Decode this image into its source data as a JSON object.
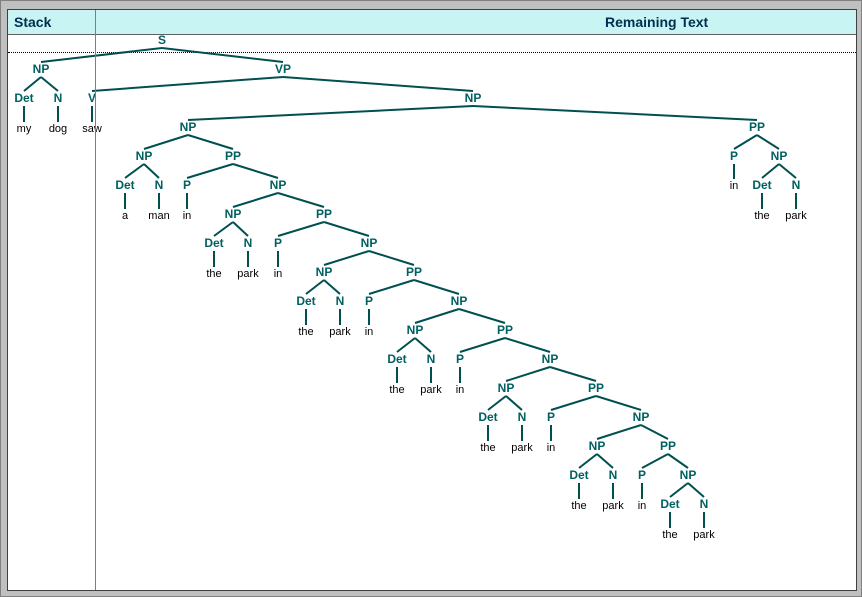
{
  "header": {
    "stack_label": "Stack",
    "remaining_label": "Remaining Text"
  },
  "tree": {
    "label": "S",
    "children": [
      {
        "label": "NP",
        "children": [
          {
            "label": "Det",
            "children": [
              {
                "label": "my"
              }
            ]
          },
          {
            "label": "N",
            "children": [
              {
                "label": "dog"
              }
            ]
          }
        ]
      },
      {
        "label": "VP",
        "children": [
          {
            "label": "V",
            "children": [
              {
                "label": "saw"
              }
            ]
          },
          {
            "label": "NP",
            "children": [
              {
                "label": "NP",
                "children": [
                  {
                    "label": "NP",
                    "children": [
                      {
                        "label": "Det",
                        "children": [
                          {
                            "label": "a"
                          }
                        ]
                      },
                      {
                        "label": "N",
                        "children": [
                          {
                            "label": "man"
                          }
                        ]
                      }
                    ]
                  },
                  {
                    "label": "PP",
                    "children": [
                      {
                        "label": "P",
                        "children": [
                          {
                            "label": "in"
                          }
                        ]
                      },
                      {
                        "label": "NP",
                        "children": [
                          {
                            "label": "NP",
                            "children": [
                              {
                                "label": "Det",
                                "children": [
                                  {
                                    "label": "the"
                                  }
                                ]
                              },
                              {
                                "label": "N",
                                "children": [
                                  {
                                    "label": "park"
                                  }
                                ]
                              }
                            ]
                          },
                          {
                            "label": "PP",
                            "children": [
                              {
                                "label": "P",
                                "children": [
                                  {
                                    "label": "in"
                                  }
                                ]
                              },
                              {
                                "label": "NP",
                                "children": [
                                  {
                                    "label": "NP",
                                    "children": [
                                      {
                                        "label": "Det",
                                        "children": [
                                          {
                                            "label": "the"
                                          }
                                        ]
                                      },
                                      {
                                        "label": "N",
                                        "children": [
                                          {
                                            "label": "park"
                                          }
                                        ]
                                      }
                                    ]
                                  },
                                  {
                                    "label": "PP",
                                    "children": [
                                      {
                                        "label": "P",
                                        "children": [
                                          {
                                            "label": "in"
                                          }
                                        ]
                                      },
                                      {
                                        "label": "NP",
                                        "children": [
                                          {
                                            "label": "NP",
                                            "children": [
                                              {
                                                "label": "Det",
                                                "children": [
                                                  {
                                                    "label": "the"
                                                  }
                                                ]
                                              },
                                              {
                                                "label": "N",
                                                "children": [
                                                  {
                                                    "label": "park"
                                                  }
                                                ]
                                              }
                                            ]
                                          },
                                          {
                                            "label": "PP",
                                            "children": [
                                              {
                                                "label": "P",
                                                "children": [
                                                  {
                                                    "label": "in"
                                                  }
                                                ]
                                              },
                                              {
                                                "label": "NP",
                                                "children": [
                                                  {
                                                    "label": "NP",
                                                    "children": [
                                                      {
                                                        "label": "Det",
                                                        "children": [
                                                          {
                                                            "label": "the"
                                                          }
                                                        ]
                                                      },
                                                      {
                                                        "label": "N",
                                                        "children": [
                                                          {
                                                            "label": "park"
                                                          }
                                                        ]
                                                      }
                                                    ]
                                                  },
                                                  {
                                                    "label": "PP",
                                                    "children": [
                                                      {
                                                        "label": "P",
                                                        "children": [
                                                          {
                                                            "label": "in"
                                                          }
                                                        ]
                                                      },
                                                      {
                                                        "label": "NP",
                                                        "children": [
                                                          {
                                                            "label": "NP",
                                                            "children": [
                                                              {
                                                                "label": "Det",
                                                                "children": [
                                                                  {
                                                                    "label": "the"
                                                                  }
                                                                ]
                                                              },
                                                              {
                                                                "label": "N",
                                                                "children": [
                                                                  {
                                                                    "label": "park"
                                                                  }
                                                                ]
                                                              }
                                                            ]
                                                          },
                                                          {
                                                            "label": "PP",
                                                            "children": [
                                                              {
                                                                "label": "P",
                                                                "children": [
                                                                  {
                                                                    "label": "in"
                                                                  }
                                                                ]
                                                              },
                                                              {
                                                                "label": "NP",
                                                                "children": [
                                                                  {
                                                                    "label": "Det",
                                                                    "children": [
                                                                      {
                                                                        "label": "the"
                                                                      }
                                                                    ]
                                                                  },
                                                                  {
                                                                    "label": "N",
                                                                    "children": [
                                                                      {
                                                                        "label": "park"
                                                                      }
                                                                    ]
                                                                  }
                                                                ]
                                                              }
                                                            ]
                                                          }
                                                        ]
                                                      }
                                                    ]
                                                  }
                                                ]
                                              }
                                            ]
                                          }
                                        ]
                                      }
                                    ]
                                  }
                                ]
                              }
                            ]
                          }
                        ]
                      }
                    ]
                  }
                ]
              },
              {
                "label": "PP",
                "children": [
                  {
                    "label": "P",
                    "children": [
                      {
                        "label": "in"
                      }
                    ]
                  },
                  {
                    "label": "NP",
                    "children": [
                      {
                        "label": "Det",
                        "children": [
                          {
                            "label": "the"
                          }
                        ]
                      },
                      {
                        "label": "N",
                        "children": [
                          {
                            "label": "park"
                          }
                        ]
                      }
                    ]
                  }
                ]
              }
            ]
          }
        ]
      }
    ]
  },
  "colors": {
    "node_label": "#006060",
    "edge": "#005050",
    "leaf_text": "#000000",
    "header_bg": "#c8f4f4",
    "header_text": "#003050"
  }
}
